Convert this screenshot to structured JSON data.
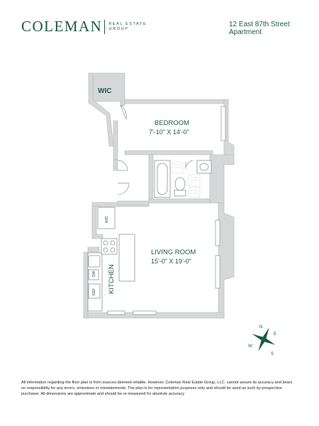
{
  "header": {
    "brand_name": "COLEMAN",
    "brand_sub_line1": "REAL ESTATE",
    "brand_sub_line2": "GROUP",
    "address_line1": "12 East 87th Street",
    "address_line2": "Apartment"
  },
  "rooms": {
    "wic": {
      "label": "WIC"
    },
    "bedroom": {
      "label": "BEDROOM",
      "dims": "7'-10\" X 14'-0\""
    },
    "living": {
      "label": "LIVING ROOM",
      "dims": "15'-0\" X 19'-0\""
    },
    "kitchen": {
      "label": "KITCHEN"
    },
    "dw": {
      "label": "DW"
    },
    "ref": {
      "label": "REF"
    },
    "wd": {
      "label": "W/D"
    }
  },
  "compass": {
    "n": "N",
    "e": "E",
    "s": "S",
    "w": "W"
  },
  "colors": {
    "wall": "#d5d7d8",
    "wall_stroke": "#b5b8ba",
    "text": "#1f5a45"
  },
  "footer": {
    "disclaimer": "All information regarding the floor plan is from sources deemed reliable. However, Coleman Real Estate Group, LLC. cannot assure its accuracy and bears no responsibility for any errors, omissions or misstatements. The plan is for representation purposes only and should be used as such by prospective purchaser. All dimensions are approximate and should be re-measured for absolute accuracy"
  }
}
